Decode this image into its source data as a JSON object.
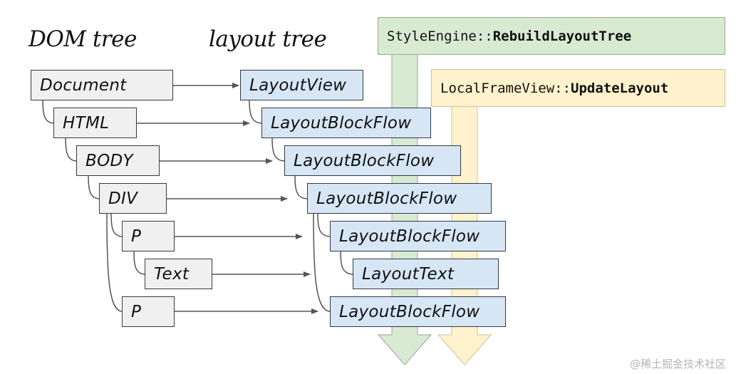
{
  "headings": {
    "dom_tree": "DOM tree",
    "layout_tree": "layout tree"
  },
  "pipeline": {
    "style_engine": {
      "prefix": "StyleEngine::",
      "method": "RebuildLayoutTree",
      "color": "#d9ead3"
    },
    "frame_view": {
      "prefix": "LocalFrameView::",
      "method": "UpdateLayout",
      "color": "#fff2cc"
    }
  },
  "dom_nodes": [
    "Document",
    "HTML",
    "BODY",
    "DIV",
    "P",
    "Text",
    "P"
  ],
  "layout_nodes": [
    "LayoutView",
    "LayoutBlockFlow",
    "LayoutBlockFlow",
    "LayoutBlockFlow",
    "LayoutBlockFlow",
    "LayoutText",
    "LayoutBlockFlow"
  ],
  "colors": {
    "dom_fill": "#f0f0f0",
    "layout_fill": "#d6e6f5",
    "connector": "#555555"
  },
  "watermark": "@稀土掘金技术社区"
}
